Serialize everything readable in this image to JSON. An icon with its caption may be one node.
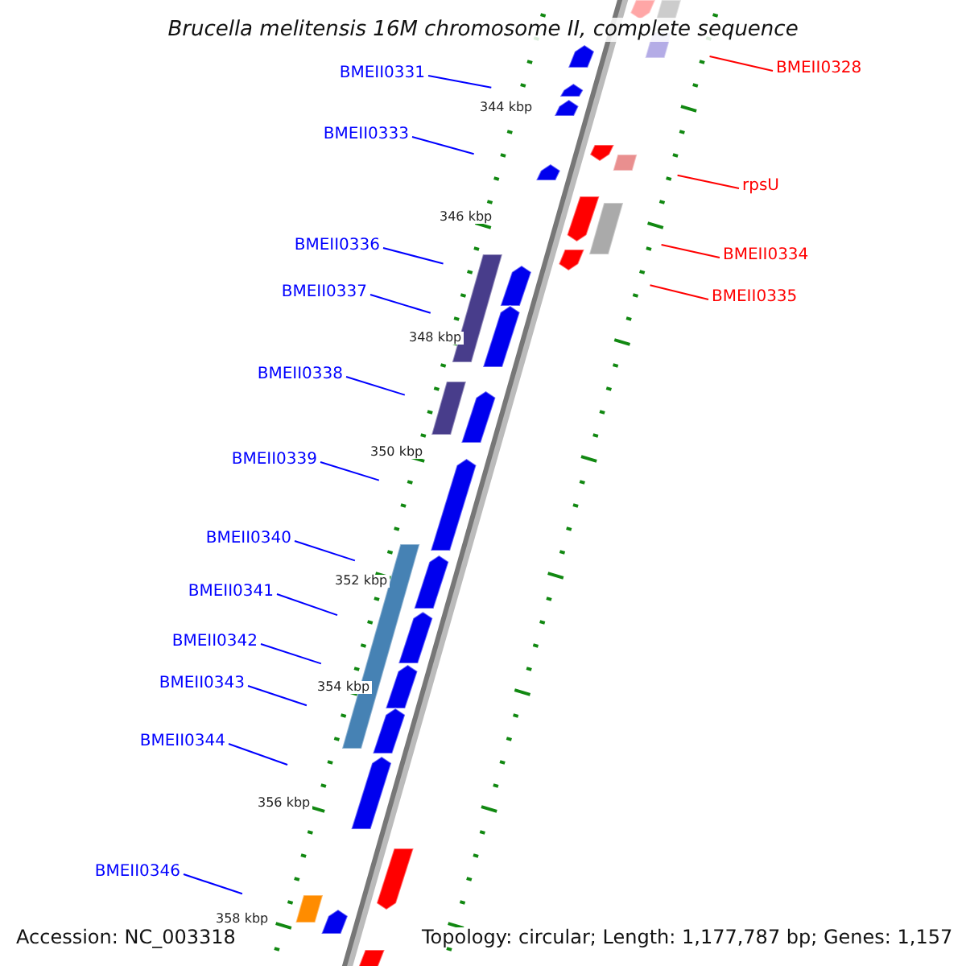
{
  "diagram": {
    "title": "Brucella melitensis 16M chromosome II, complete sequence",
    "nodes": [
      {
        "text": [
          "BMEII0328"
        ]
      },
      {
        "text": [
          "BMEII0331"
        ]
      },
      {
        "text": [
          "BMEII0333"
        ]
      },
      {
        "text": [
          "rpsU"
        ]
      },
      {
        "text": [
          "BMEII0336"
        ]
      },
      {
        "text": [
          "BMEII0334"
        ]
      },
      {
        "text": [
          "BMEII0337"
        ]
      },
      {
        "text": [
          "BMEII0335"
        ]
      },
      {
        "text": [
          "BMEII0338"
        ]
      },
      {
        "text": [
          "BMEII0339"
        ]
      },
      {
        "text": [
          "BMEII0340"
        ]
      },
      {
        "text": [
          "BMEII0341"
        ]
      },
      {
        "text": [
          "BMEII0342"
        ]
      },
      {
        "text": [
          "BMEII0343"
        ]
      },
      {
        "text": [
          "BMEII0344"
        ]
      },
      {
        "text": [
          "BMEII0346"
        ]
      }
    ],
    "edges": [
      {
        "from": 0,
        "to": null,
        "arrow": "none",
        "color": "#ff0000"
      },
      {
        "from": 1,
        "to": null,
        "arrow": "none"
      },
      {
        "from": 2,
        "to": null,
        "arrow": "none"
      },
      {
        "from": 3,
        "to": null,
        "arrow": "none",
        "color": "#ff0000"
      },
      {
        "from": 4,
        "to": null,
        "arrow": "none"
      },
      {
        "from": 5,
        "to": null,
        "arrow": "none",
        "color": "#ff0000"
      },
      {
        "from": 6,
        "to": null,
        "arrow": "none"
      },
      {
        "from": 7,
        "to": null,
        "arrow": "none",
        "color": "#ff0000"
      },
      {
        "from": 8,
        "to": null,
        "arrow": "none"
      },
      {
        "from": 9,
        "to": null,
        "arrow": "none"
      },
      {
        "from": 10,
        "to": null,
        "arrow": "none"
      },
      {
        "from": 11,
        "to": null,
        "arrow": "none"
      },
      {
        "from": 12,
        "to": null,
        "arrow": "none"
      },
      {
        "from": 13,
        "to": null,
        "arrow": "none"
      },
      {
        "from": 14,
        "to": null,
        "arrow": "none"
      },
      {
        "from": 15,
        "to": null,
        "arrow": "none"
      }
    ],
    "labels": [
      "344 kbp",
      "346 kbp",
      "348 kbp",
      "350 kbp",
      "352 kbp",
      "354 kbp",
      "356 kbp",
      "358 kbp",
      "Accession: NC_003318",
      "Topology: circular; Length: 1,177,787 bp; Genes: 1,157"
    ]
  }
}
